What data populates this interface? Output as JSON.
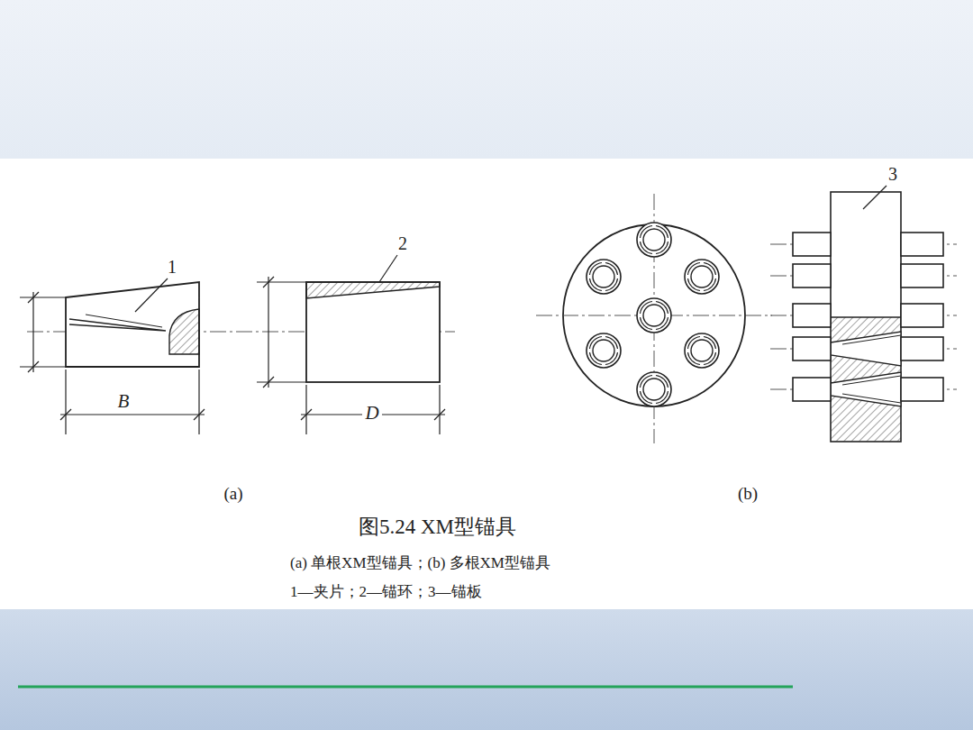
{
  "diagram": {
    "caption": "图5.24 XM型锚具",
    "labels": [
      "1",
      "B",
      "2",
      "D",
      "3",
      "(a)",
      "(b)",
      "(a) 单根XM型锚具；(b) 多根XM型锚具",
      "1—夹片；2—锚环；3—锚板"
    ]
  }
}
